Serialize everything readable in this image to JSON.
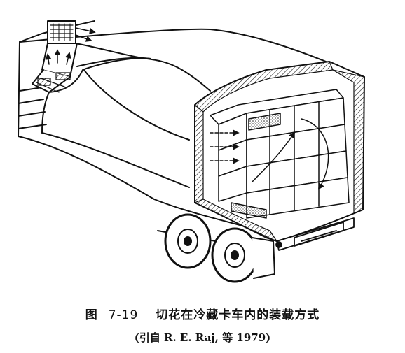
{
  "caption": {
    "figure_label": "图",
    "figure_number": "7-19",
    "title": "切花在冷藏卡车内的装载方式",
    "source": "(引自 R. E. Raj, 等 1979)"
  }
}
